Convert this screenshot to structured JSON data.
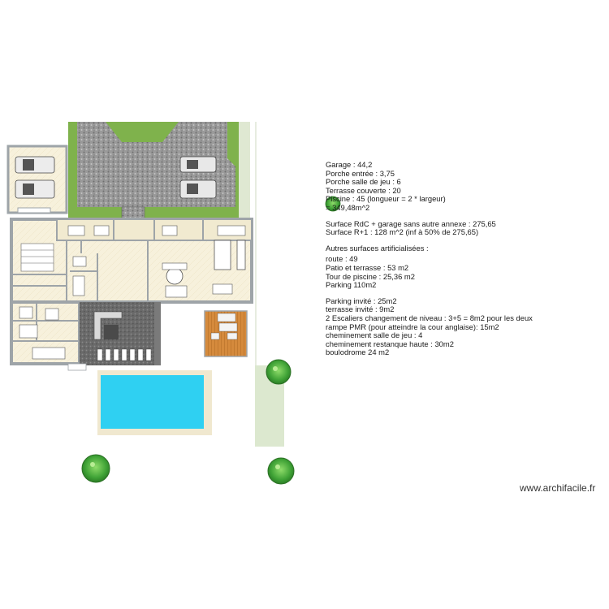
{
  "notes": {
    "surfaces": [
      "Garage : 44,2",
      "Porche entrée : 3,75",
      "Porche salle de jeu : 6",
      "Terrasse couverte : 20",
      "Piscine : 45 (longueur = 2 * largeur)",
      "= 349,48m^2"
    ],
    "totals": [
      "Surface RdC + garage sans autre annexe : 275,65",
      "Surface R+1 : 128 m^2 (inf à 50% de 275,65)"
    ],
    "other_title": "Autres surfaces artificialisées :",
    "other": [
      "route : 49",
      "Patio et terrasse : 53 m2",
      "Tour de piscine : 25,36 m2",
      "Parking 110m2"
    ],
    "extras": [
      "Parking invité : 25m2",
      "terrasse invité : 9m2",
      "2 Escaliers changement de niveau : 3+5 = 8m2 pour les deux",
      "rampe PMR (pour atteindre la cour anglaise): 15m2",
      "cheminement salle de jeu : 4",
      "cheminement restanque haute : 30m2",
      "boulodrome 24 m2"
    ]
  },
  "watermark": "www.archifacile.fr",
  "colors": {
    "room_fill": "#f7f1dc",
    "wall": "#9ea4a8",
    "grass": "#7fb24c",
    "gravel": "#8e8e8e",
    "pool": "#2fd0f2",
    "deck": "#d98a3a",
    "patio": "#6e6e6e",
    "tree": "#4caf3a"
  }
}
